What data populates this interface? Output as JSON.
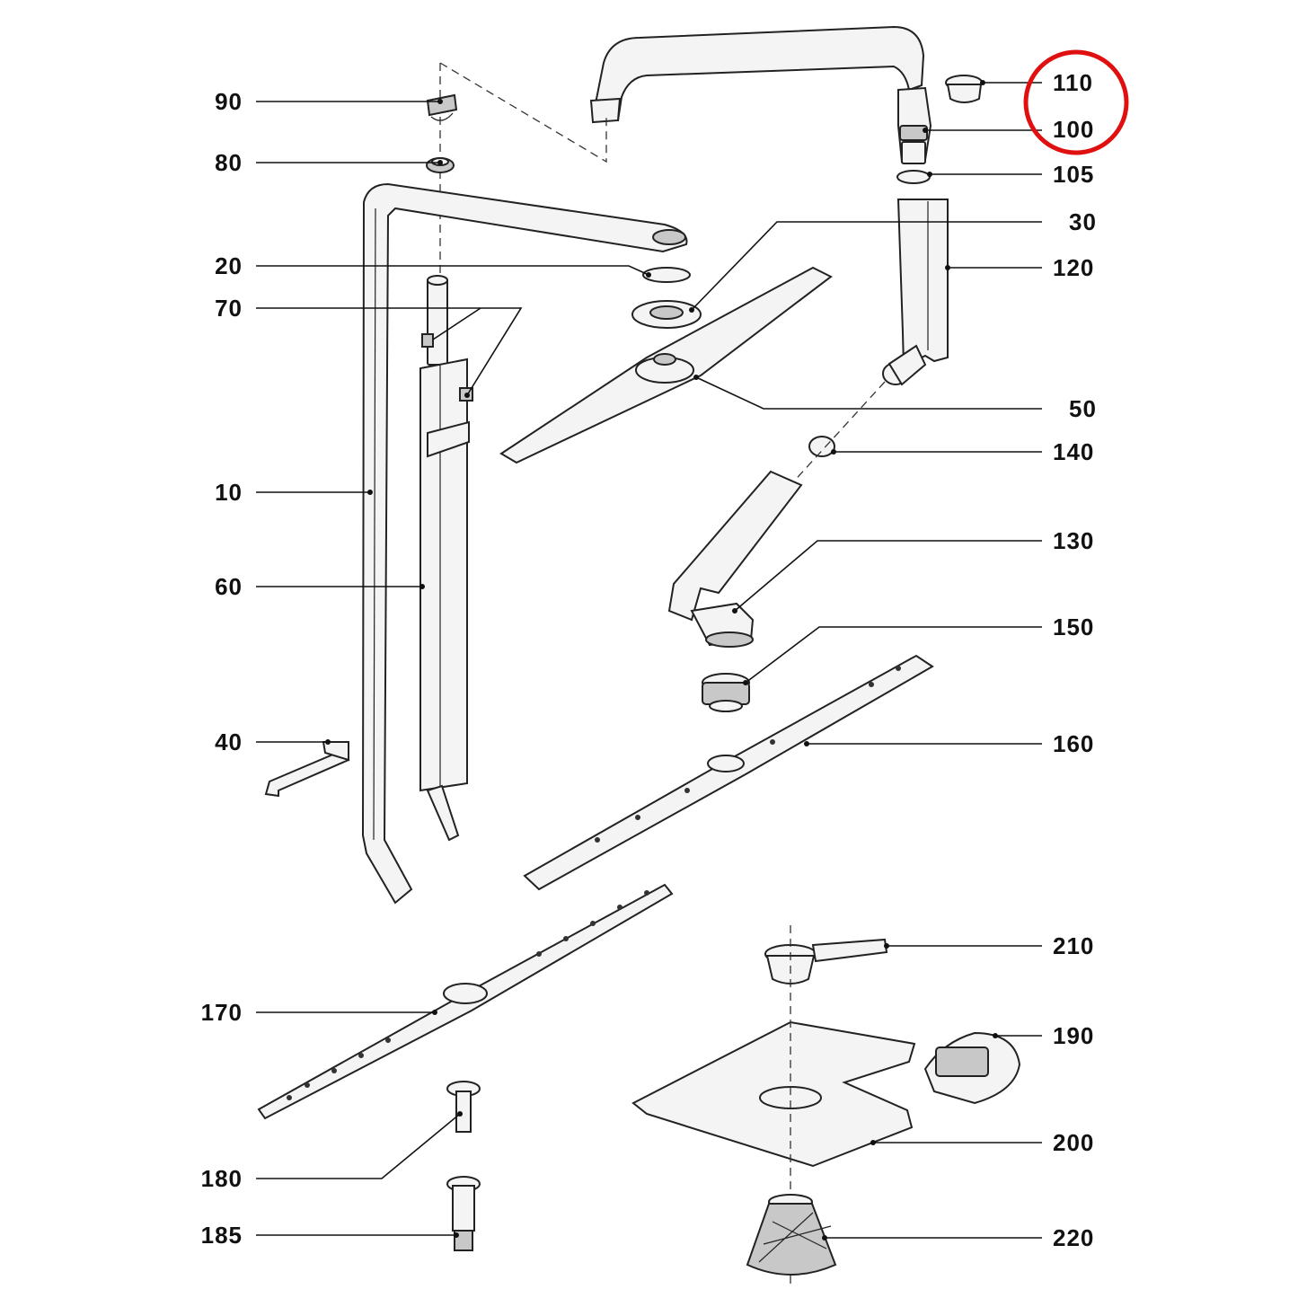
{
  "labels": {
    "p10": "10",
    "p20": "20",
    "p30": "30",
    "p40": "40",
    "p50": "50",
    "p60": "60",
    "p70": "70",
    "p80": "80",
    "p90": "90",
    "p100": "100",
    "p105": "105",
    "p110": "110",
    "p120": "120",
    "p130": "130",
    "p140": "140",
    "p150": "150",
    "p160": "160",
    "p170": "170",
    "p180": "180",
    "p185": "185",
    "p190": "190",
    "p200": "200",
    "p210": "210",
    "p220": "220"
  },
  "highlight": {
    "color": "#e01010",
    "parts": [
      "110",
      "100"
    ]
  }
}
